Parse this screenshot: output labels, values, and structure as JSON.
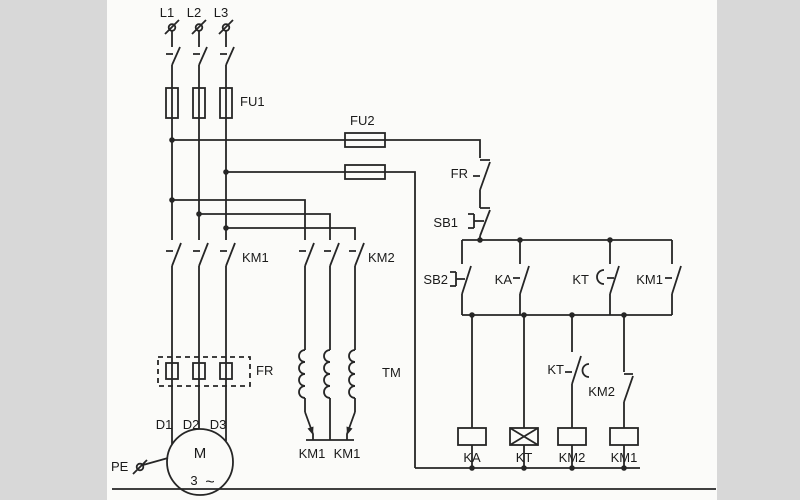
{
  "colors": {
    "wire": "#262626",
    "paper": "#fbfbf9",
    "margin": "#d8d8d8",
    "ink": "#1b1b1b"
  },
  "power_circuit": {
    "phase_labels": [
      "L1",
      "L2",
      "L3"
    ],
    "fuse1_label": "FU1",
    "fuse2_label": "FU2",
    "km1_contacts_label": "KM1",
    "km2_contacts_label": "KM2",
    "thermal_relay_label": "FR",
    "transformer_label": "TM",
    "terminal_labels": [
      "D1",
      "D2",
      "D3"
    ],
    "star_point_contact_labels": [
      "KM1",
      "KM1"
    ],
    "earth_label": "PE",
    "motor": {
      "letter": "M",
      "phase": "3",
      "ac": "~"
    }
  },
  "control_circuit": {
    "fr_contact_label": "FR",
    "stop_button_label": "SB1",
    "start_button_label": "SB2",
    "ka_contact_label": "KA",
    "kt_contact_label": "KT",
    "km1_contact_label": "KM1",
    "kt_delayed_contact_label": "KT",
    "km2_interlock_label": "KM2",
    "coil_labels": [
      "KA",
      "KT",
      "KM2",
      "KM1"
    ]
  }
}
